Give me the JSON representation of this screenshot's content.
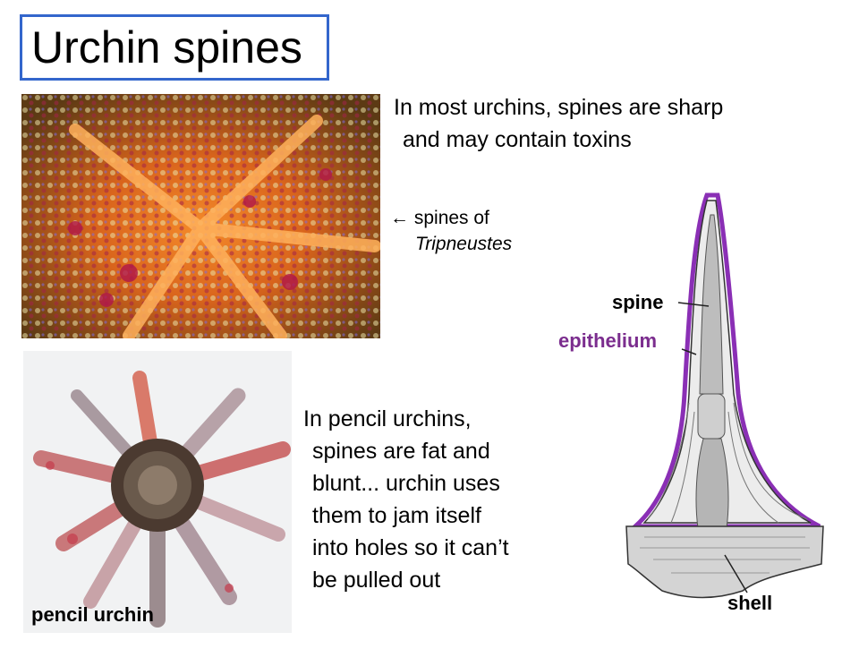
{
  "title": "Urchin spines",
  "sharp_text": {
    "line1": "In most urchins, spines are sharp",
    "line2": "and may contain toxins"
  },
  "tripneustes_caption": {
    "arrow": "←",
    "prefix": "spines of",
    "species": "Tripneustes"
  },
  "pencil_text": {
    "lines": [
      "In pencil urchins,",
      "spines are fat and",
      "blunt... urchin uses",
      "them to jam itself",
      "into holes so it can’t",
      "be pulled out"
    ]
  },
  "pencil_caption": "pencil urchin",
  "diagram": {
    "spine_label": "spine",
    "epithelium_label": "epithelium",
    "shell_label": "shell"
  },
  "colors": {
    "title_border": "#3366cc",
    "epithelium": "#7b2d8e"
  }
}
